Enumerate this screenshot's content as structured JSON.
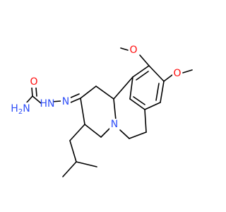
{
  "molecule": {
    "background": "#ffffff",
    "bond_color": "#000000",
    "atom_labels": {
      "o_top": {
        "text": "O",
        "color": "#ff0d0d"
      },
      "o_right": {
        "text": "O",
        "color": "#ff0d0d"
      },
      "o_carbonyl": {
        "text": "O",
        "color": "#ff0d0d"
      },
      "nh2": {
        "text": "H2N",
        "color": "#3050f8"
      },
      "nh": {
        "text": "HN",
        "color": "#3050f8"
      },
      "n_imine": {
        "text": "N",
        "color": "#3050f8"
      },
      "n_ring": {
        "text": "N",
        "color": "#3050f8"
      }
    }
  }
}
